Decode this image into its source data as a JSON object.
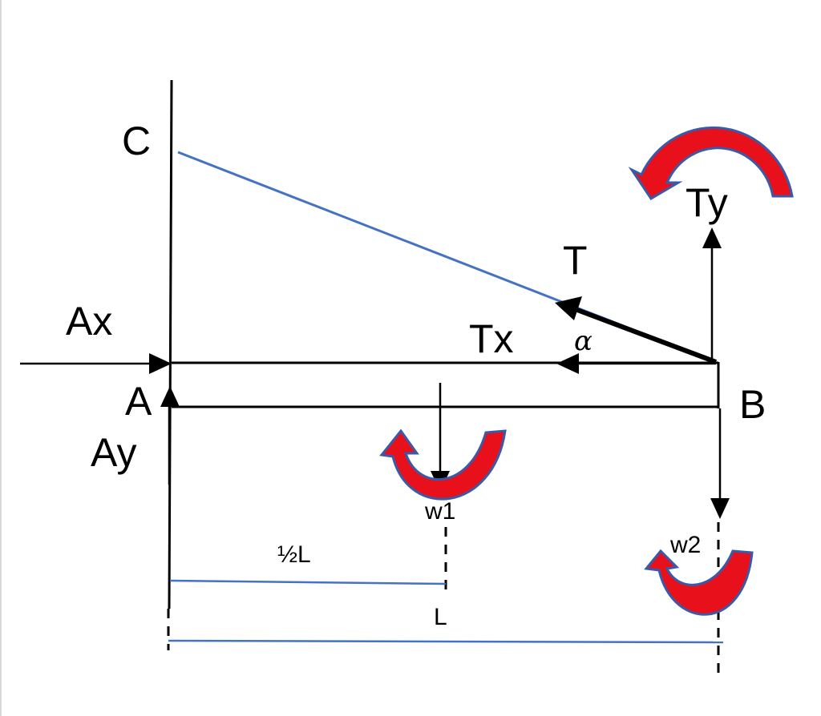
{
  "labels": {
    "C": "C",
    "A": "A",
    "B": "B",
    "Ax": "Ax",
    "Ay": "Ay",
    "T": "T",
    "Tx": "Tx",
    "Ty": "Ty",
    "alpha": "α",
    "w1": "w1",
    "w2": "w2",
    "half_L": "½L",
    "L": "L"
  },
  "colors": {
    "line": "#000000",
    "cable": "#4472c4",
    "dimension": "#4472c4",
    "moment_fill": "#e8101a",
    "moment_stroke": "#3a5aa8"
  }
}
